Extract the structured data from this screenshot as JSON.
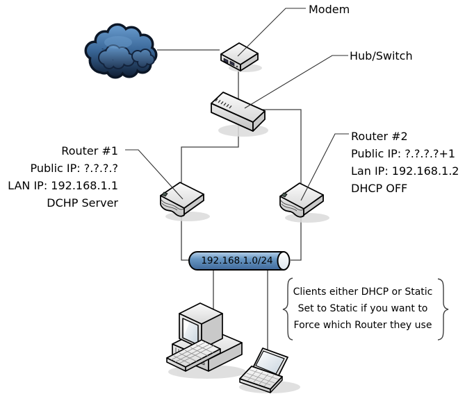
{
  "labels": {
    "modem": "Modem",
    "hub_switch": "Hub/Switch",
    "subnet": "192.168.1.0/24"
  },
  "router1": {
    "name": "Router #1",
    "public_ip": "Public IP: ?.?.?.?",
    "lan_ip": "LAN IP: 192.168.1.1",
    "dhcp": "DCHP Server"
  },
  "router2": {
    "name": "Router #2",
    "public_ip": "Public IP: ?.?.?.?+1",
    "lan_ip": "Lan IP: 192.168.1.2",
    "dhcp": "DHCP OFF"
  },
  "note": {
    "line1": "Clients either DHCP or Static",
    "line2": "Set to Static if you want to",
    "line3": "Force which Router they use"
  },
  "icons": {
    "cloud": "internet-cloud-icon",
    "modem": "modem-icon",
    "hub_switch": "hub-switch-icon",
    "router1": "router-icon",
    "router2": "router-icon",
    "desktop": "desktop-computer-icon",
    "laptop": "laptop-icon",
    "subnet_pipe": "network-pipe-icon"
  },
  "colors": {
    "background": "#ffffff",
    "cloud_top": "#6496c8",
    "cloud_bottom": "#0f1d32",
    "pipe_top": "#b9d3ea",
    "pipe_bottom": "#40699a",
    "connector_line": "#3f3f3f",
    "device_outline": "#000000",
    "device_fill": "#ececec",
    "text": "#000000"
  }
}
